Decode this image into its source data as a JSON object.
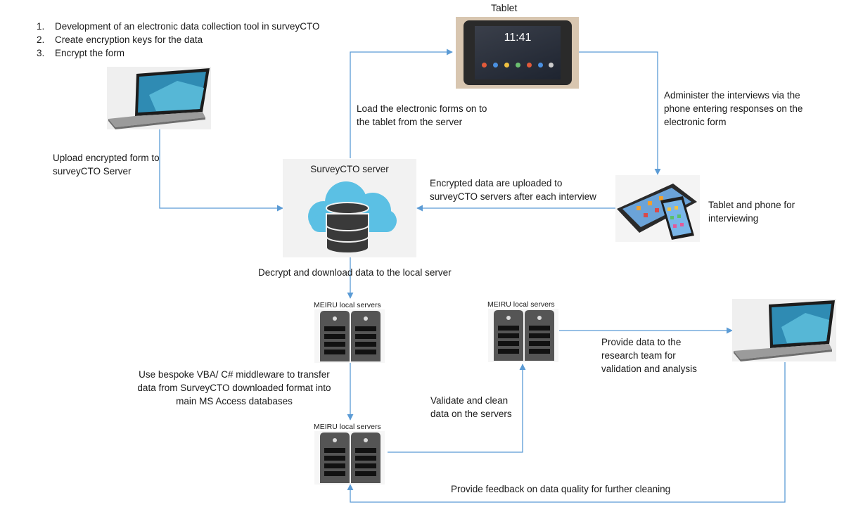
{
  "steps": [
    {
      "num": "1.",
      "text": "Development of an electronic data collection tool in surveyCTO"
    },
    {
      "num": "2.",
      "text": "Create encryption keys for the data"
    },
    {
      "num": "3.",
      "text": "Encrypt the form"
    }
  ],
  "nodes": {
    "tablet_title": "Tablet",
    "tablet_time": "11:41",
    "server_title": "SurveyCTO server",
    "local_server_1_title": "MEIRU local servers",
    "local_server_2_title": "MEIRU local servers",
    "local_server_3_title": "MEIRU local servers",
    "devices_label": "Tablet and phone for interviewing"
  },
  "edges": {
    "upload_form": "Upload encrypted form to surveyCTO Server",
    "load_forms": "Load the electronic forms on to the tablet from the server",
    "administer": "Administer the interviews via the phone entering responses on the electronic form",
    "encrypted_upload": "Encrypted data are uploaded to surveyCTO servers after each interview",
    "decrypt": "Decrypt and download data to the local server",
    "middleware": "Use bespoke VBA/ C# middleware to transfer data from SurveyCTO downloaded format into main MS Access databases",
    "validate": "Validate and clean data on the servers",
    "provide": "Provide data to the research team for validation and analysis",
    "feedback": "Provide feedback on data quality for further cleaning"
  },
  "colors": {
    "arrow": "#5b9bd5",
    "cloud": "#5bc0e4",
    "database": "#3a3a3a",
    "server": "#555555"
  }
}
